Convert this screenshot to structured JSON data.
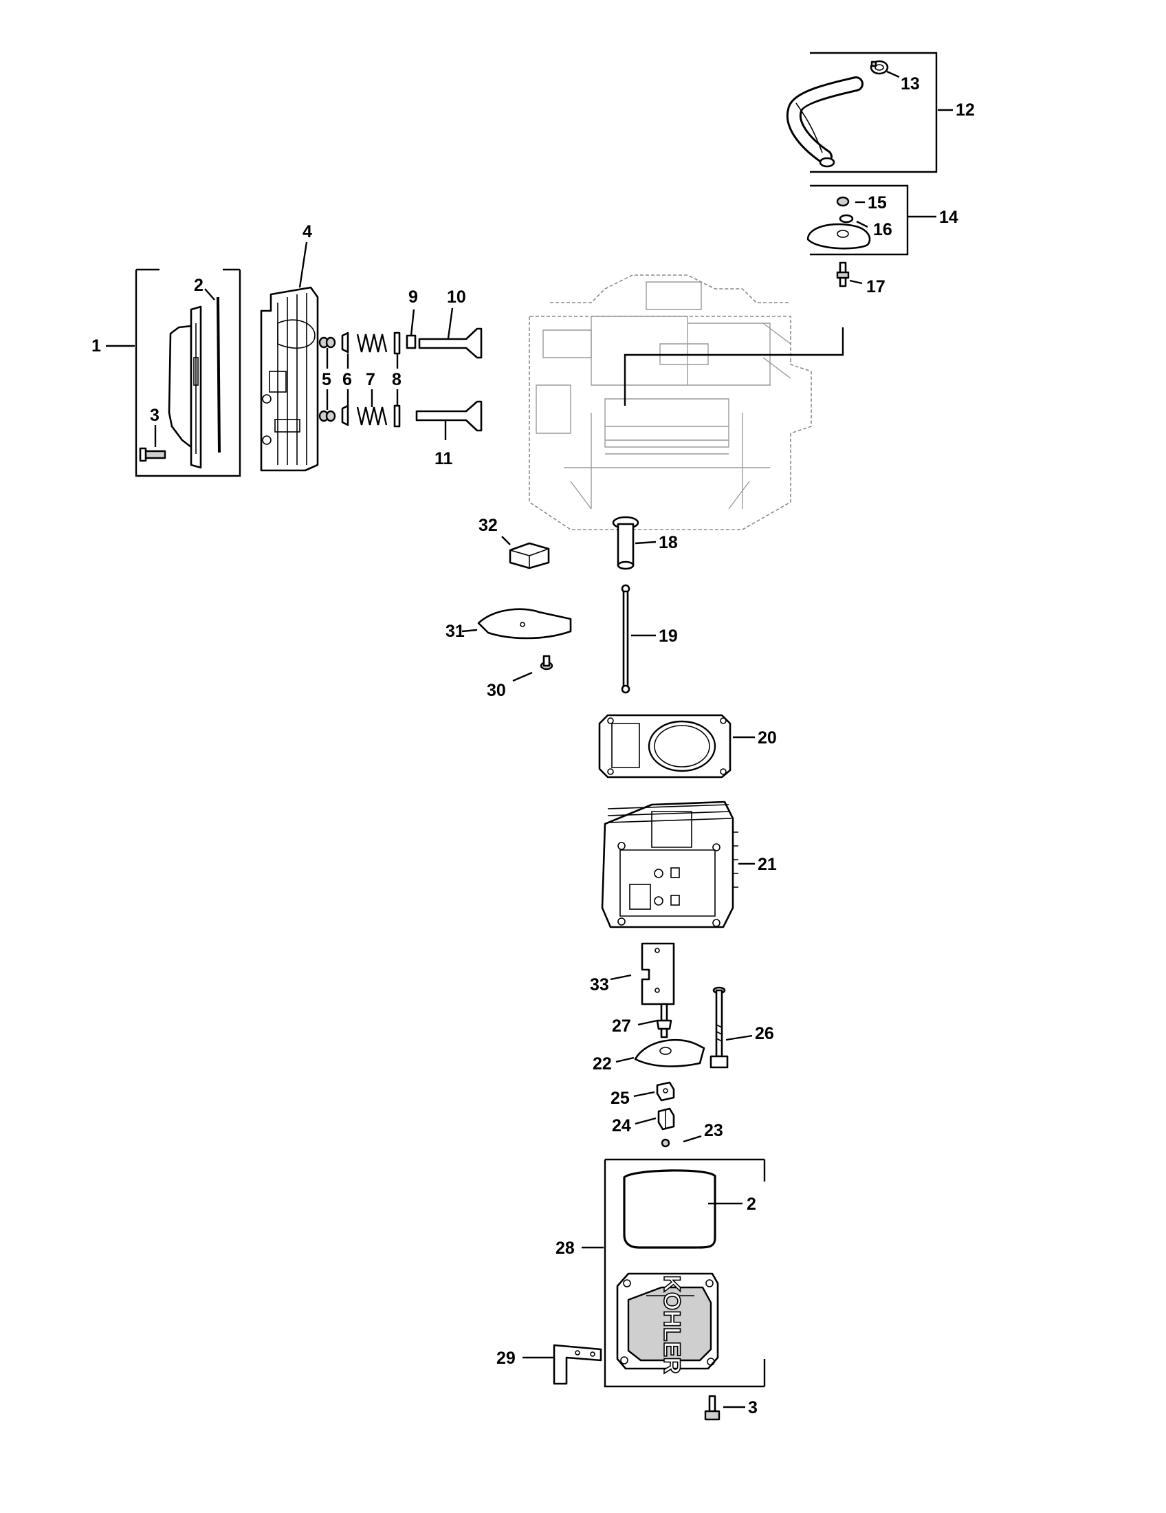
{
  "callouts": {
    "c1": "1",
    "c2a": "2",
    "c2b": "2",
    "c3a": "3",
    "c3b": "3",
    "c4": "4",
    "c5": "5",
    "c6": "6",
    "c7": "7",
    "c8": "8",
    "c9": "9",
    "c10": "10",
    "c11": "11",
    "c12": "12",
    "c13": "13",
    "c14": "14",
    "c15": "15",
    "c16": "16",
    "c17": "17",
    "c18": "18",
    "c19": "19",
    "c20": "20",
    "c21": "21",
    "c22": "22",
    "c23": "23",
    "c24": "24",
    "c25": "25",
    "c26": "26",
    "c27": "27",
    "c28": "28",
    "c29": "29",
    "c30": "30",
    "c31": "31",
    "c32": "32",
    "c33": "33"
  },
  "cover_logo": "KOHLER"
}
